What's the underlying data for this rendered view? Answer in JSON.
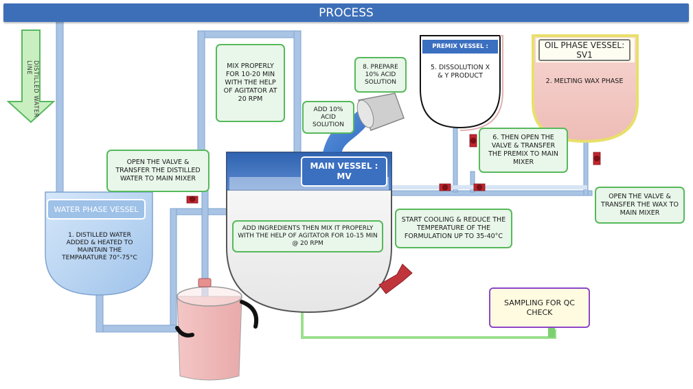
{
  "title": "PROCESS",
  "distilled_line": "DISTILLED WATER LINE",
  "water_vessel": {
    "title": "WATER PHASE VESSEL",
    "step": "1. DISTILLED WATER ADDED & HEATED TO MAINTAIN THE TEMPARATURE 70°-75°C"
  },
  "main_vessel": {
    "title": "MAIN VESSEL : MV",
    "note": "ADD INGREDIENTS THEN MIX IT PROPERLY WITH THE HELP OF AGITATOR FOR 10-15 MIN @ 20 RPM"
  },
  "premix_vessel": {
    "title": "PREMIX VESSEL :",
    "step": "5. DISSOLUTION X & Y PRODUCT"
  },
  "oil_vessel": {
    "title": "OIL PHASE VESSEL: SV1",
    "step": "2. MELTING WAX PHASE"
  },
  "notes": {
    "mix": "MIX PROPERLY FOR 10-20 MIN WITH THE HELP OF AGITATOR AT 20 RPM",
    "prepare_acid": "8. PREPARE 10% ACID SOLUTION",
    "add_acid": "ADD 10% ACID SOLUTION",
    "open_water": "OPEN THE VALVE & TRANSFER THE DISTILLED WATER TO MAIN MIXER",
    "premix_transfer": "6. THEN OPEN THE VALVE & TRANSFER THE PREMIX TO MAIN MIXER",
    "wax_transfer": "OPEN THE VALVE & TRANSFER THE WAX TO MAIN MIXER",
    "cooling": "START COOLING & REDUCE THE TEMPERATURE OF THE FORMULATION UP TO 35-40°C",
    "sampling": "SAMPLING FOR QC CHECK"
  },
  "colors": {
    "title_bar": "#3d6fb8",
    "pipe": "#a9c4e4",
    "green_border": "#55b95a",
    "valve": "#c2262e",
    "water_vessel": "#b7d3f1",
    "oil_vessel": "#f2c9c4",
    "bucket": "#eeb6b6"
  },
  "icons": [
    "down-arrow-icon",
    "valve-icon",
    "bucket-icon",
    "pouring-beaker-icon"
  ]
}
